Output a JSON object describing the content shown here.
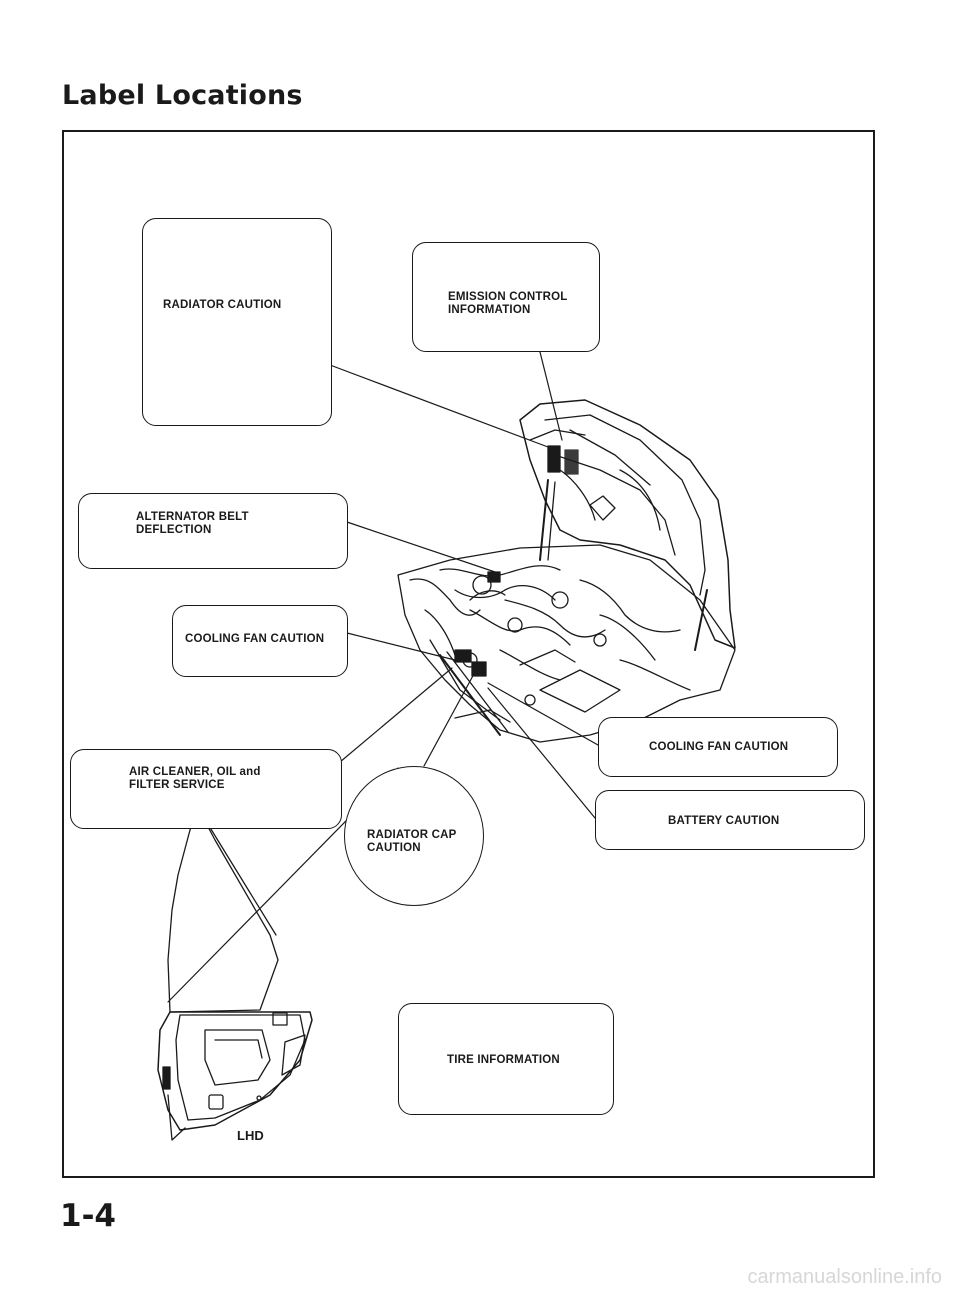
{
  "page": {
    "title": "Label Locations",
    "page_number": "1-4",
    "watermark": "carmanualsonline.info"
  },
  "labels": {
    "radiator_caution": "RADIATOR CAUTION",
    "emission_control": "EMISSION CONTROL\nINFORMATION",
    "alternator_belt": "ALTERNATOR BELT\nDEFLECTION",
    "cooling_fan_left": "COOLING FAN CAUTION",
    "cooling_fan_right": "COOLING FAN CAUTION",
    "air_cleaner": "AIR CLEANER, OIL and\nFILTER SERVICE",
    "battery": "BATTERY CAUTION",
    "radiator_cap": "RADIATOR CAP\nCAUTION",
    "tire_info": "TIRE INFORMATION"
  },
  "door": {
    "caption": "LHD"
  },
  "colors": {
    "ink": "#1a1a1a",
    "paper": "#ffffff",
    "watermark": "#d7d7d7"
  }
}
